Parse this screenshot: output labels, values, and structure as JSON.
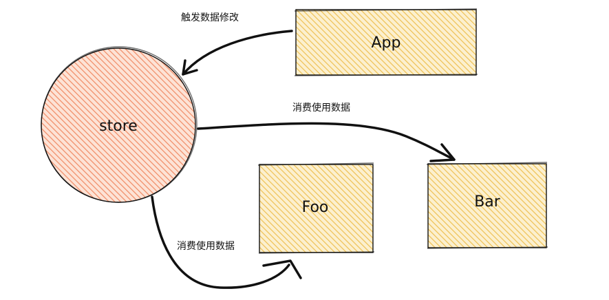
{
  "diagram": {
    "colors": {
      "store_fill": "#f4a587",
      "box_fill": "#f7cf6e",
      "stroke": "#111111",
      "background": "#ffffff"
    },
    "nodes": {
      "store": {
        "label": "store",
        "shape": "circle"
      },
      "app": {
        "label": "App",
        "shape": "rectangle"
      },
      "foo": {
        "label": "Foo",
        "shape": "rectangle"
      },
      "bar": {
        "label": "Bar",
        "shape": "rectangle"
      }
    },
    "edges": [
      {
        "from": "app",
        "to": "store",
        "label": "触发数据修改"
      },
      {
        "from": "store",
        "to": "bar",
        "label": "消费使用数据"
      },
      {
        "from": "store",
        "to": "foo",
        "label": "消费使用数据"
      }
    ]
  }
}
